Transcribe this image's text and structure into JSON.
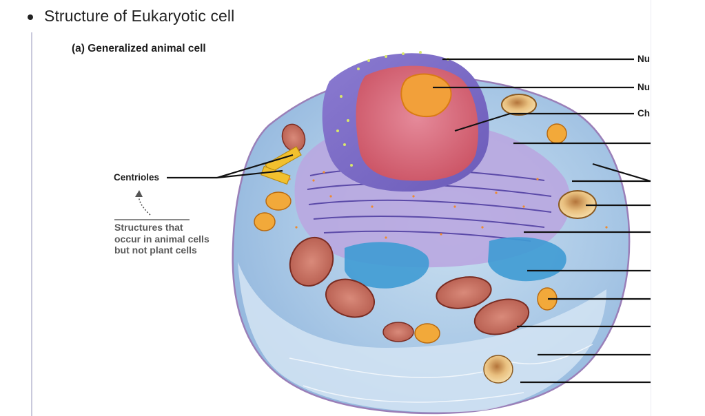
{
  "heading": "Structure of Eukaryotic cell",
  "figure": {
    "subtitle": "(a) Generalized animal cell",
    "centrioles_label": "Centrioles",
    "note": "Structures that\noccur in animal cells\nbut not plant cells",
    "callouts": [
      {
        "text": "Nu"
      },
      {
        "text": "Nu"
      },
      {
        "text": "Ch"
      }
    ]
  }
}
